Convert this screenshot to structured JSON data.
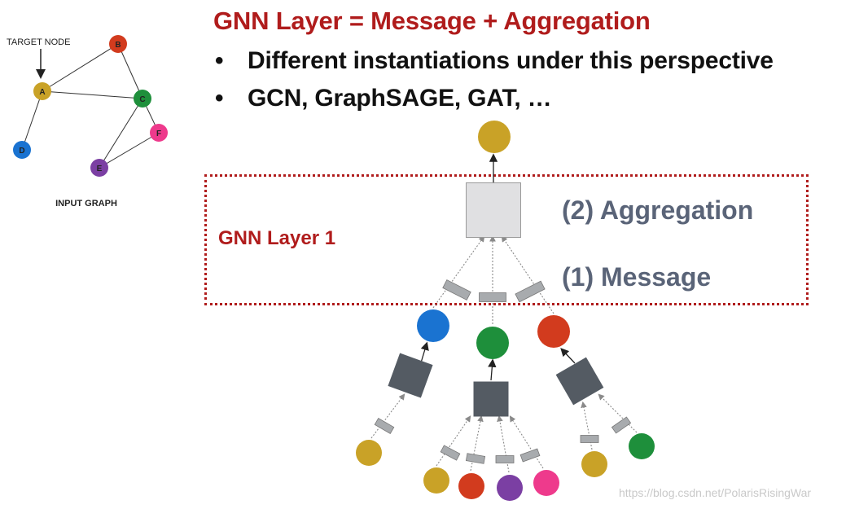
{
  "title": "GNN Layer = Message + Aggregation",
  "bullets": [
    {
      "marker": "•",
      "text": "Different instantiations under this perspective"
    },
    {
      "marker": "•",
      "text": "GCN, GraphSAGE, GAT, …"
    }
  ],
  "input_graph": {
    "target_label": "TARGET NODE",
    "caption": "INPUT GRAPH",
    "nodes": [
      {
        "id": "A",
        "label": "A",
        "color": "#c9a227"
      },
      {
        "id": "B",
        "label": "B",
        "color": "#d23b1e"
      },
      {
        "id": "C",
        "label": "C",
        "color": "#1e8f3b"
      },
      {
        "id": "D",
        "label": "D",
        "color": "#1a73d1"
      },
      {
        "id": "E",
        "label": "E",
        "color": "#7b3fa3"
      },
      {
        "id": "F",
        "label": "F",
        "color": "#ee3a8c"
      }
    ],
    "edges": [
      [
        "A",
        "B"
      ],
      [
        "A",
        "C"
      ],
      [
        "A",
        "D"
      ],
      [
        "B",
        "C"
      ],
      [
        "C",
        "E"
      ],
      [
        "C",
        "F"
      ],
      [
        "E",
        "F"
      ]
    ]
  },
  "gnn_layer": {
    "label": "GNN Layer 1",
    "aggregation_label": "(2) Aggregation",
    "message_label": "(1) Message"
  },
  "colors": {
    "gold": "#c9a227",
    "blue": "#1a73d1",
    "green": "#1e8f3b",
    "red": "#d23b1e",
    "purple": "#7b3fa3",
    "pink": "#ee3a8c",
    "dark_box": "#545b63",
    "light_box": "#e0e0e2",
    "message_rect": "#a8abae",
    "title_red": "#b01c1c",
    "step_text": "#5a6478"
  },
  "watermark": "https://blog.csdn.net/PolarisRisingWar"
}
